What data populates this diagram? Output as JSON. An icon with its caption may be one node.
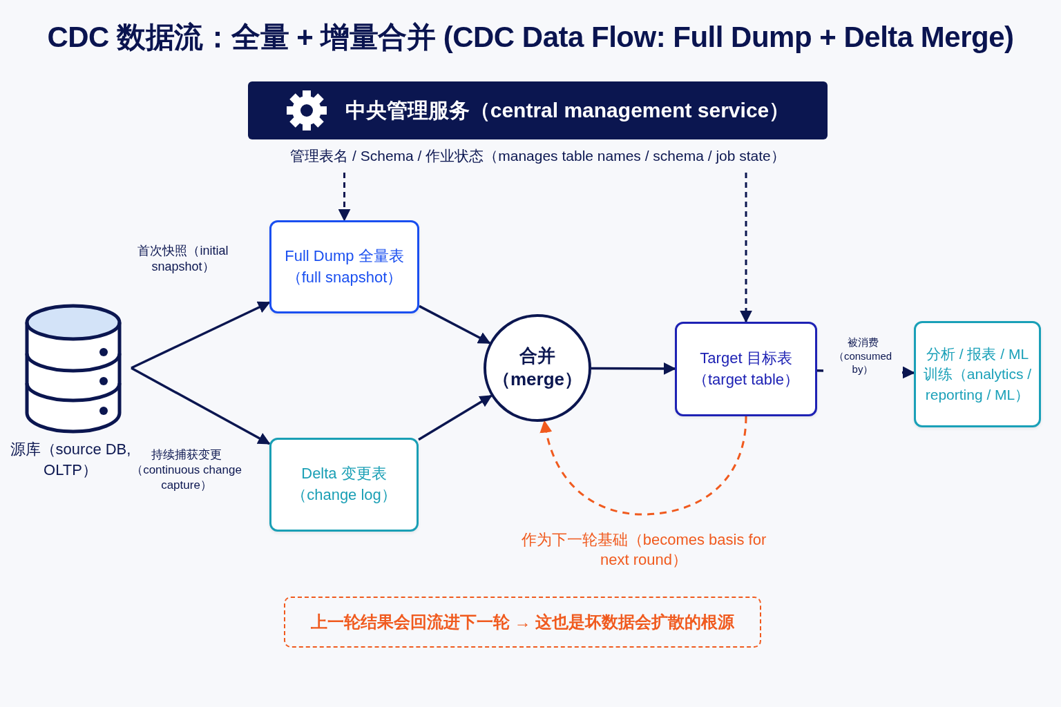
{
  "diagram": {
    "title": "CDC 数据流：全量 + 增量合并 (CDC Data Flow: Full Dump + Delta Merge)",
    "nodes": [
      {
        "text": [
          "中央管理服务（central management service）"
        ],
        "beside": [
          "管理表名 / Schema / 作业状态（manages table names / schema / job state）"
        ]
      },
      {
        "text": [
          "Full Dump 全量表（full snapshot）"
        ]
      },
      {
        "text": [
          "源库（source DB, OLTP）"
        ]
      },
      {
        "text": [
          "Delta 变更表（change log）"
        ]
      },
      {
        "text": [
          "合并（merge）"
        ]
      },
      {
        "text": [
          "Target 目标表（target table）"
        ]
      },
      {
        "text": [
          "分析 / 报表 / ML 训练（analytics / reporting / ML）"
        ]
      },
      {
        "text": [
          "上一轮结果会回流进下一轮 → 这也是坏数据会扩散的根源"
        ]
      }
    ],
    "edges": [
      {
        "from": 2,
        "to": 1,
        "arrow": "to",
        "label": "首次快照（initial snapshot）"
      },
      {
        "from": 2,
        "to": 3,
        "arrow": "to",
        "label": "持续捕获变更（continuous change capture）"
      },
      {
        "from": 1,
        "to": 4,
        "arrow": "to"
      },
      {
        "from": 3,
        "to": 4,
        "arrow": "to"
      },
      {
        "from": 4,
        "to": 5,
        "arrow": "to"
      },
      {
        "from": 5,
        "to": 6,
        "arrow": "to",
        "label": "被消费（consumed by）"
      },
      {
        "from": 5,
        "to": 4,
        "arrow": "to",
        "label": "作为下一轮基础（becomes basis for next round）",
        "style": "dashed",
        "color": "#f05a1e"
      },
      {
        "from": 0,
        "to": 1,
        "arrow": "to",
        "style": "dashed"
      },
      {
        "from": 0,
        "to": 5,
        "arrow": "to",
        "style": "dashed"
      }
    ]
  }
}
